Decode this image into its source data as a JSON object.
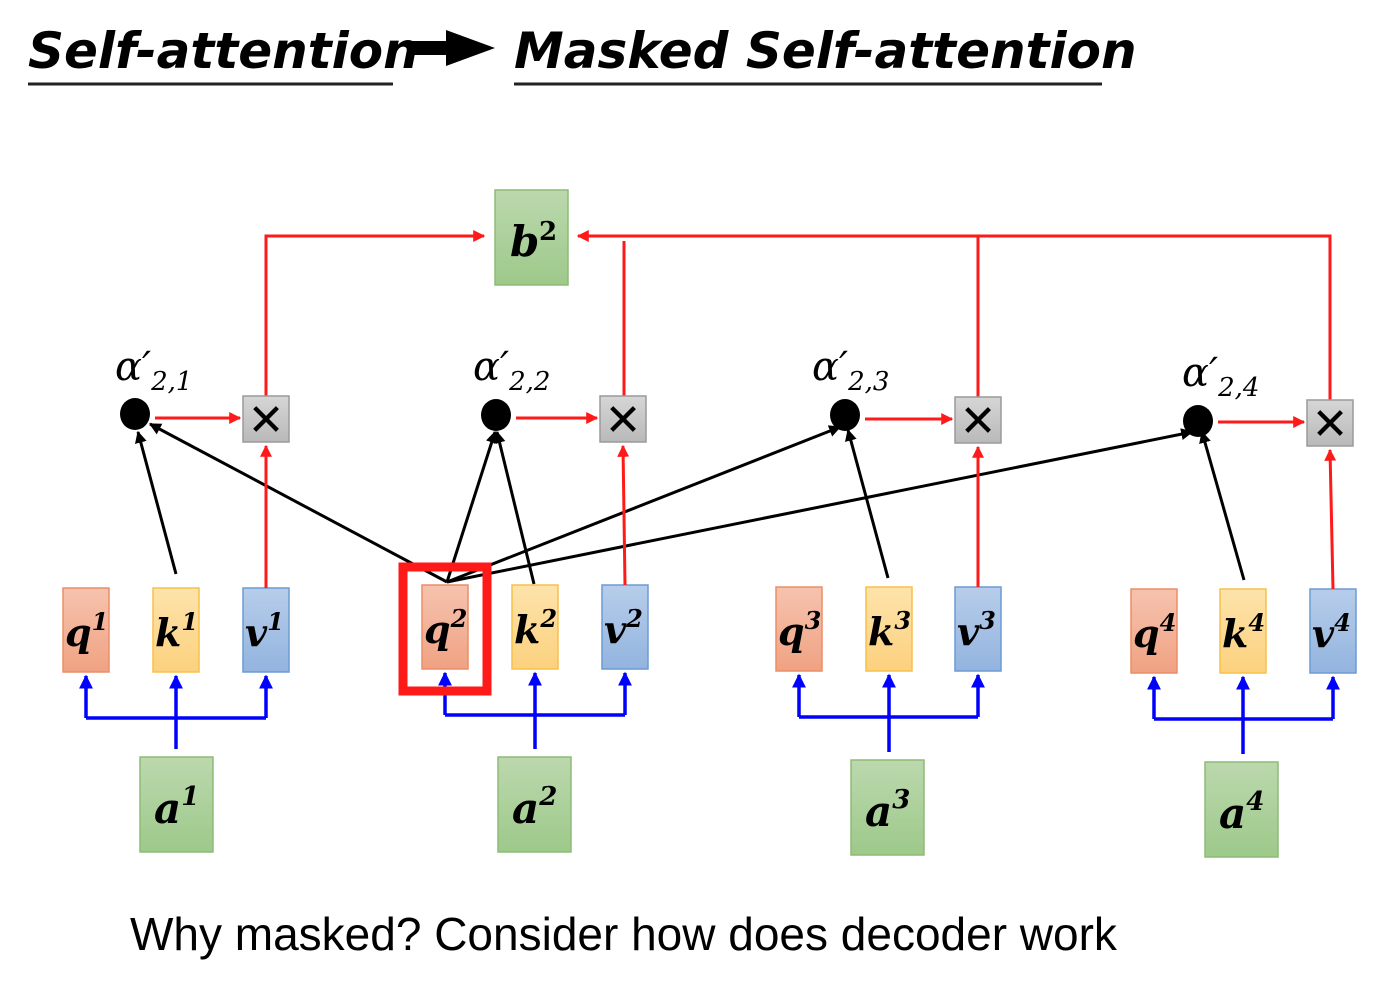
{
  "title": {
    "left": "Self-attention",
    "arrow": "arrow-right",
    "right": "Masked Self-attention"
  },
  "caption": "Why masked?  Consider how does decoder work",
  "output": {
    "symbol": "b",
    "index": "2"
  },
  "highlighted_query": "q2",
  "columns": [
    {
      "index": "1",
      "input": "a",
      "q": "q",
      "k": "k",
      "v": "v",
      "weight_symbol": "α′",
      "weight_sub": "2,1"
    },
    {
      "index": "2",
      "input": "a",
      "q": "q",
      "k": "k",
      "v": "v",
      "weight_symbol": "α′",
      "weight_sub": "2,2"
    },
    {
      "index": "3",
      "input": "a",
      "q": "q",
      "k": "k",
      "v": "v",
      "weight_symbol": "α′",
      "weight_sub": "2,3"
    },
    {
      "index": "4",
      "input": "a",
      "q": "q",
      "k": "k",
      "v": "v",
      "weight_symbol": "α′",
      "weight_sub": "2,4"
    }
  ],
  "multiply_symbol": "✕",
  "colors": {
    "query": "#f4b49a",
    "key": "#fdd98e",
    "value": "#a3c0e4",
    "input": "#aed19c",
    "multiply": "#c8c8c8",
    "red_flow": "#ff1a1a",
    "blue_flow": "#0000ff",
    "highlight": "#ff1a1a"
  }
}
